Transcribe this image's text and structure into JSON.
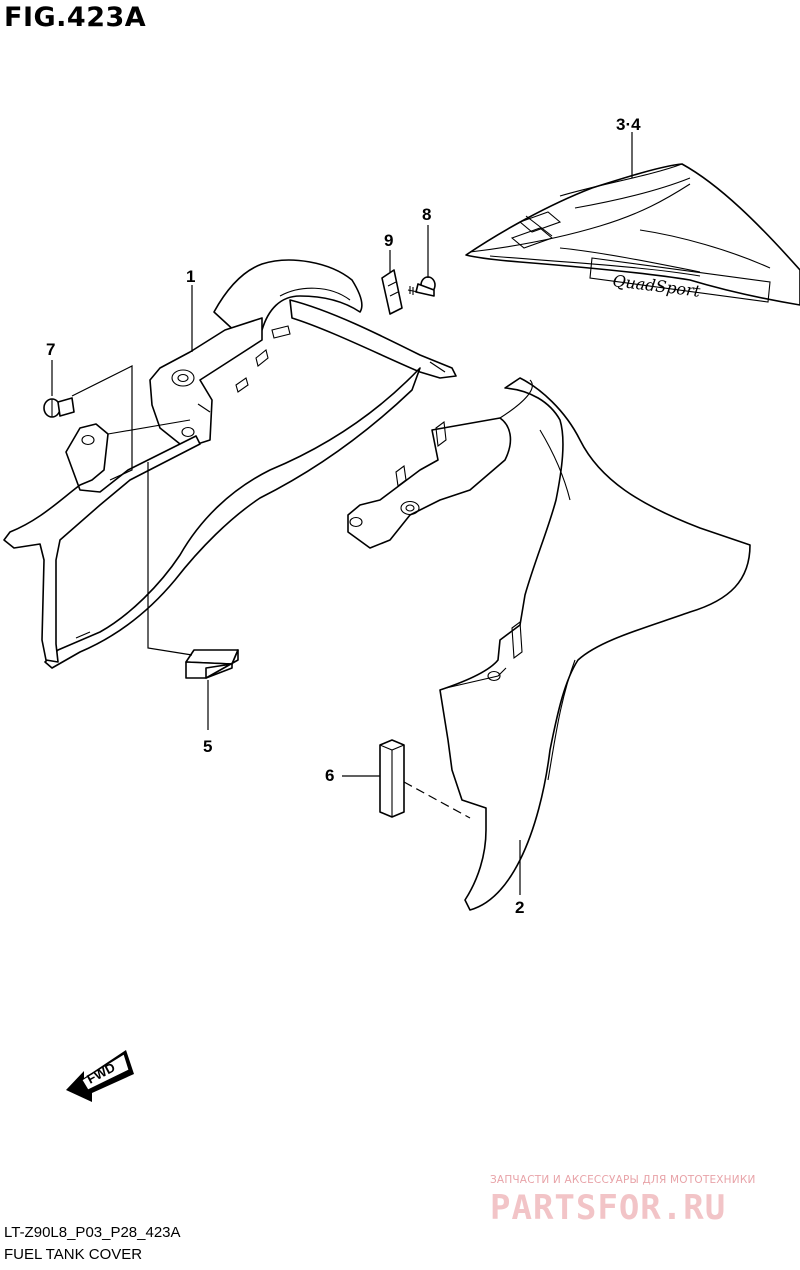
{
  "header": {
    "figure_title": "FIG.423A"
  },
  "callouts": {
    "part_1": "1",
    "part_2": "2",
    "part_3_4": "3·4",
    "part_5": "5",
    "part_6": "6",
    "part_7": "7",
    "part_8": "8",
    "part_9": "9"
  },
  "decal": {
    "text": "QuadSport"
  },
  "direction_marker": {
    "text": "FWD",
    "icon": "fwd-arrow-icon"
  },
  "watermark": {
    "caption": "ЗАПЧАСТИ И АКСЕССУАРЫ ДЛЯ МОТОТЕХНИКИ",
    "brand": "PARTSFOR.RU",
    "color": "#e8a3a8"
  },
  "footer": {
    "model_code": "LT-Z90L8_P03_P28_423A",
    "section_name": "FUEL TANK COVER"
  }
}
